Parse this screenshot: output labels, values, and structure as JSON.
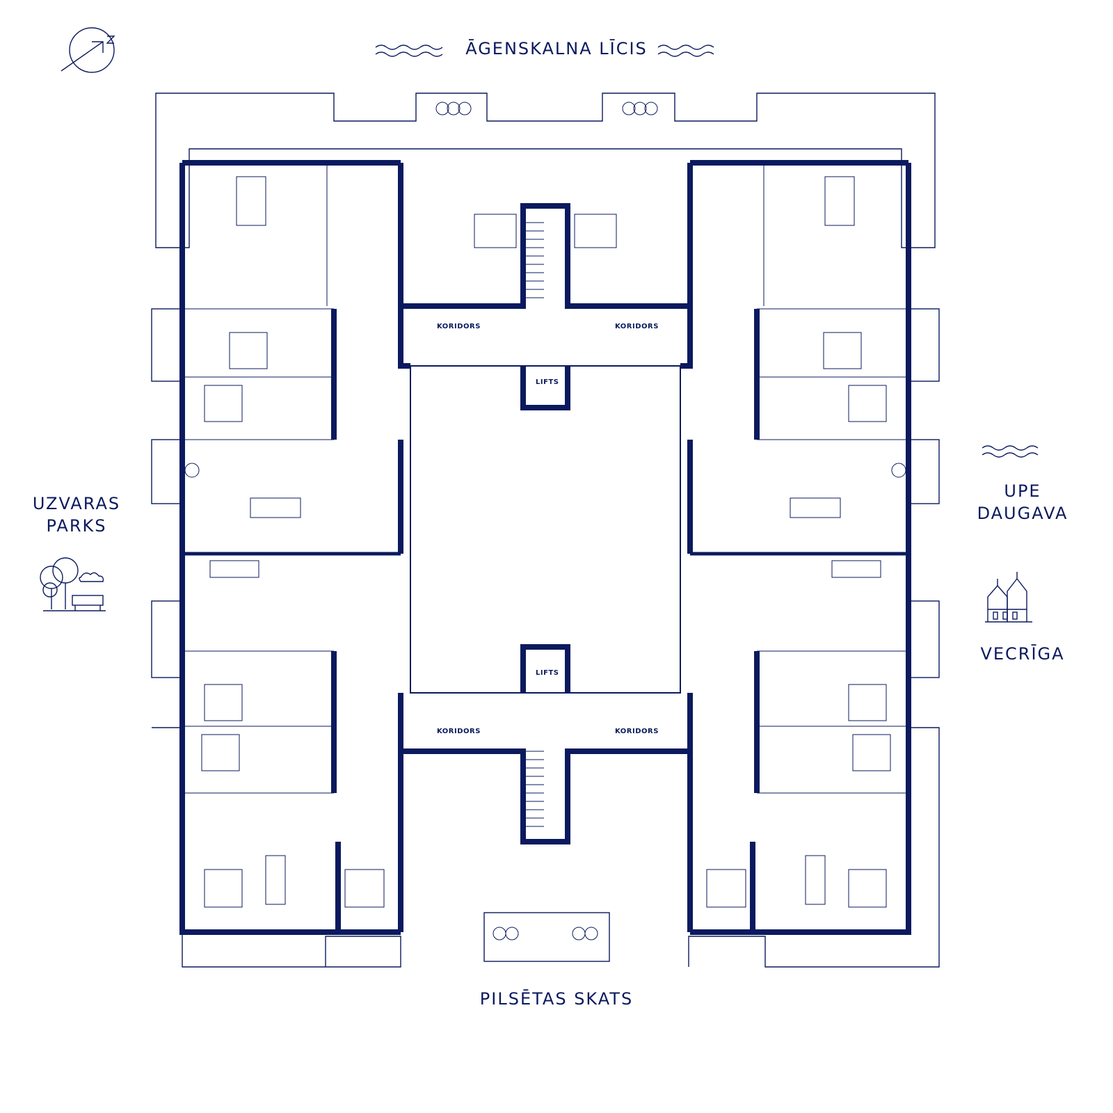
{
  "labels": {
    "north": "ĀGENSKALNA LĪCIS",
    "south": "PILSĒTAS SKATS",
    "west_line1": "UZVARAS",
    "west_line2": "PARKS",
    "east_line1": "UPE",
    "east_line2": "DAUGAVA",
    "old_town": "VECRĪGA"
  },
  "rooms": {
    "corridor": "KORIDORS",
    "lift": "LIFTS"
  },
  "colors": {
    "ink": "#0b1a5e",
    "background": "#ffffff"
  },
  "icons": [
    "north-compass-icon",
    "waves-icon",
    "park-tree-bench-icon",
    "old-town-church-icon"
  ]
}
